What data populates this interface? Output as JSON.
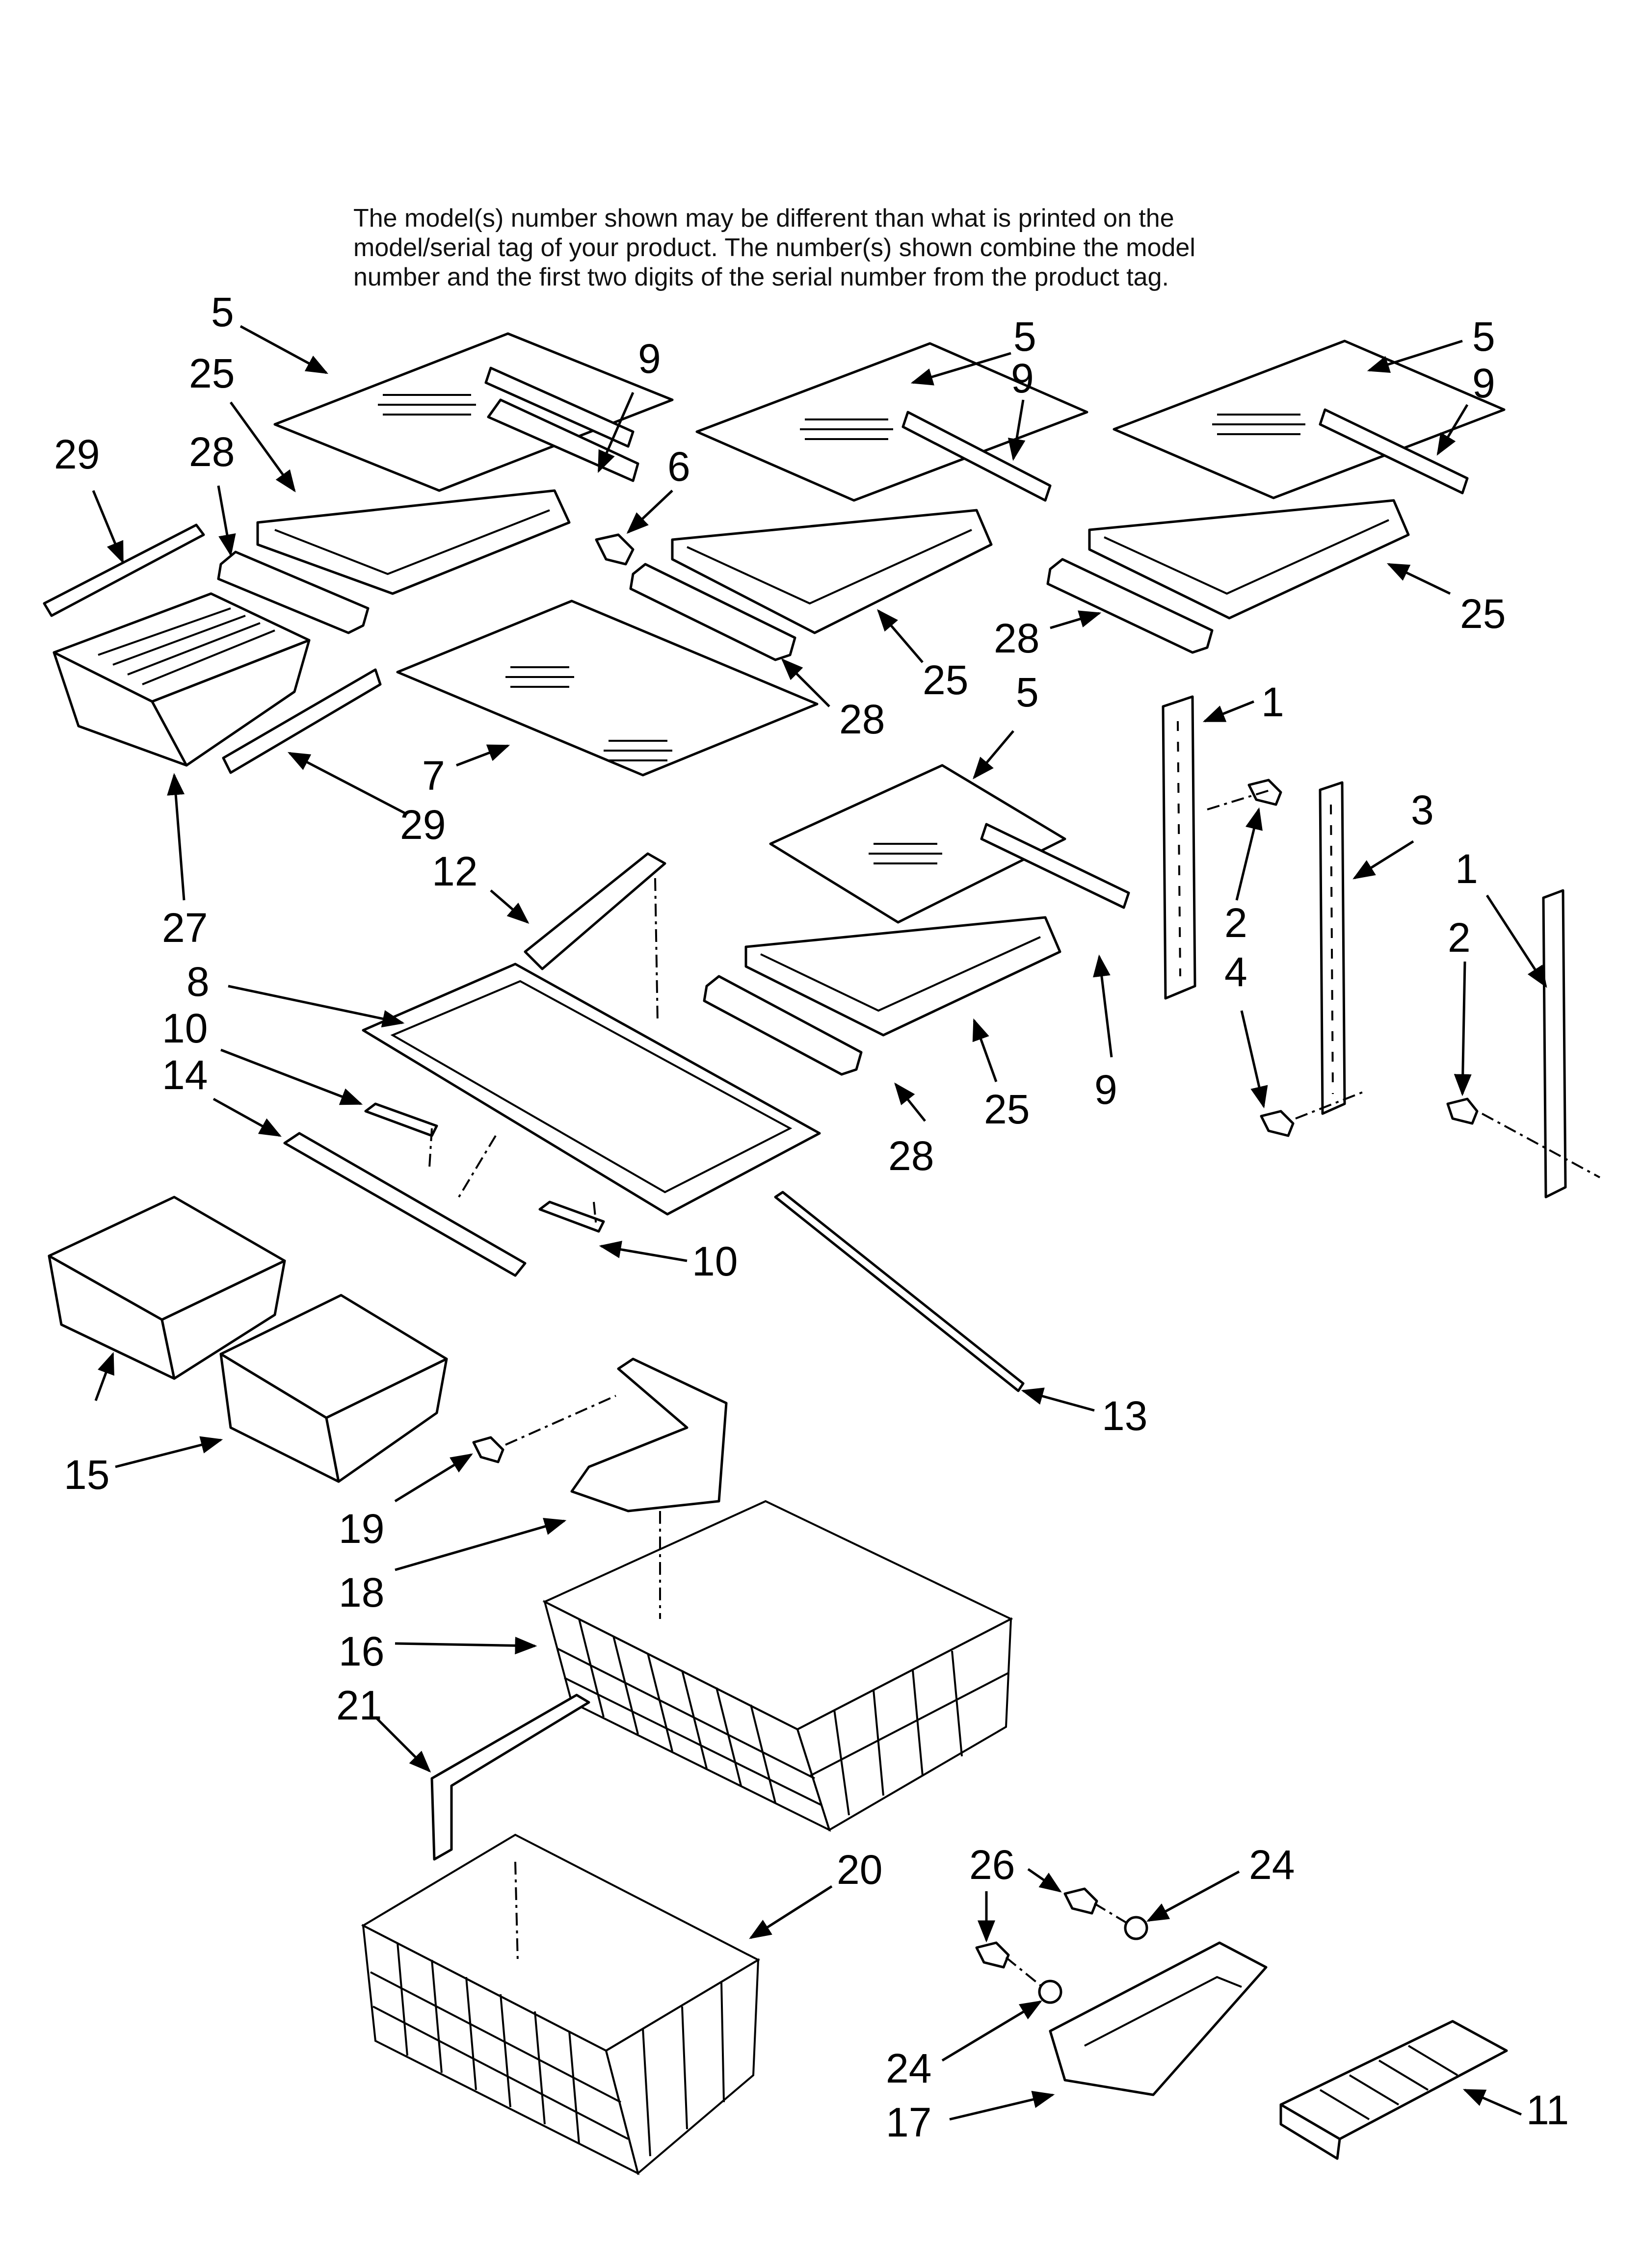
{
  "note": {
    "lines": [
      "The model(s) number shown may be different than what is printed on the",
      "model/serial tag of your product. The number(s) shown combine the model",
      "number and the first two digits of the serial number from the product tag."
    ]
  },
  "callouts": {
    "c1": "5",
    "c2": "25",
    "c3": "9",
    "c4": "29",
    "c5": "28",
    "c6": "6",
    "c7": "5",
    "c8": "9",
    "c9": "5",
    "c10": "9",
    "c11": "25",
    "c12": "28",
    "c13": "25",
    "c14": "28",
    "c15": "7",
    "c16": "29",
    "c17": "27",
    "c18": "5",
    "c19": "1",
    "c20": "2",
    "c21": "3",
    "c22": "4",
    "c23": "1",
    "c24": "2",
    "c25": "12",
    "c26": "8",
    "c27": "10",
    "c28": "14",
    "c29": "9",
    "c30": "25",
    "c31": "28",
    "c32": "10",
    "c33": "13",
    "c34": "15",
    "c35": "19",
    "c36": "18",
    "c37": "16",
    "c38": "21",
    "c39": "20",
    "c40": "26",
    "c41": "24",
    "c42": "24",
    "c43": "17",
    "c44": "11"
  }
}
